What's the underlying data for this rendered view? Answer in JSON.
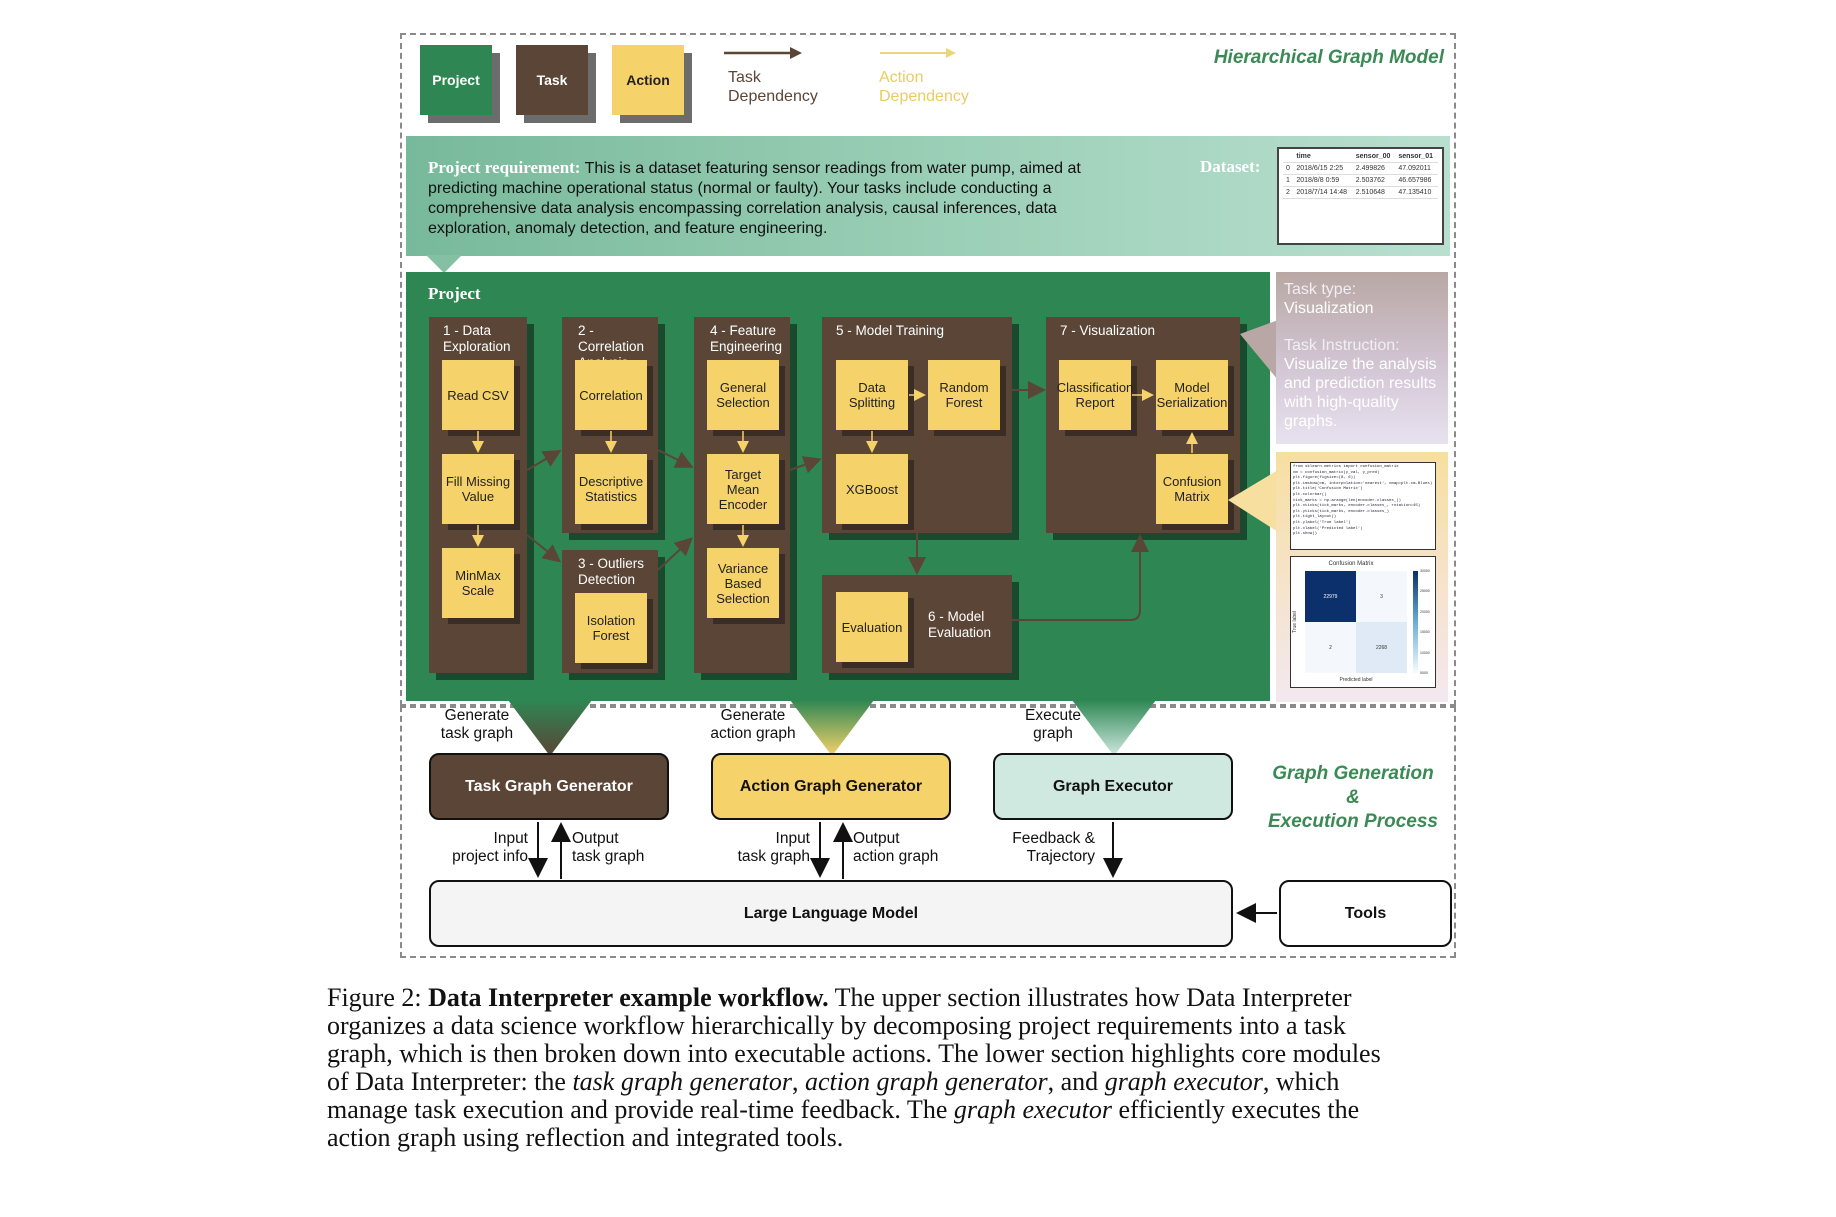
{
  "legend": {
    "project": "Project",
    "task": "Task",
    "action": "Action",
    "task_dep": "Task Dependency",
    "action_dep": "Action Dependency",
    "title": "Hierarchical Graph Model"
  },
  "requirement": {
    "label": "Project requirement:",
    "text": "This is a dataset featuring sensor readings from water pump, aimed at predicting machine operational status (normal or faulty). Your tasks include conducting a comprehensive data analysis encompassing correlation analysis, causal inferences, data exploration, anomaly detection, and feature engineering.",
    "dataset_label": "Dataset:",
    "dataset": {
      "headers": [
        "",
        "time",
        "sensor_00",
        "sensor_01"
      ],
      "rows": [
        [
          "0",
          "2018/6/15 2:25",
          "2.499826",
          "47.092011"
        ],
        [
          "1",
          "2018/8/8 0:59",
          "2.503762",
          "46.657986"
        ],
        [
          "2",
          "2018/7/14 14:48",
          "2.510648",
          "47.135410"
        ]
      ]
    }
  },
  "project": {
    "label": "Project",
    "tasks": [
      {
        "title": "1 - Data Exploration",
        "actions": [
          "Read CSV",
          "Fill Missing Value",
          "MinMax Scale"
        ]
      },
      {
        "title": "2 - Correlation Analysis",
        "actions": [
          "Correlation",
          "Descriptive Statistics"
        ]
      },
      {
        "title": "3 - Outliers Detection",
        "actions": [
          "Isolation Forest"
        ]
      },
      {
        "title": "4 - Feature Engineering",
        "actions": [
          "General Selection",
          "Target Mean Encoder",
          "Variance Based Selection"
        ]
      },
      {
        "title": "5 - Model Training",
        "actions": [
          "Data Splitting",
          "Random Forest",
          "XGBoost"
        ]
      },
      {
        "title": "6 - Model Evaluation",
        "actions": [
          "Evaluation"
        ]
      },
      {
        "title": "7 - Visualization",
        "actions": [
          "Classification Report",
          "Model Serialization",
          "Confusion Matrix"
        ]
      }
    ]
  },
  "side": {
    "task_type_label": "Task type:",
    "task_type": "Visualization",
    "instruction_label": "Task Instruction:",
    "instruction": "Visualize the analysis and prediction results with high-quality graphs.",
    "code_lines": [
      "from sklearn.metrics import confusion_matrix",
      "cm = confusion_matrix(y_val, y_pred)",
      "plt.figure(figsize=(8, 6))",
      "plt.imshow(cm, interpolation='nearest', cmap=plt.cm.Blues)",
      "plt.title('Confusion Matrix')",
      "plt.colorbar()",
      "tick_marks = np.arange(len(encoder.classes_))",
      "plt.xticks(tick_marks, encoder.classes_, rotation=45)",
      "plt.yticks(tick_marks, encoder.classes_)",
      "plt.tight_layout()",
      "plt.ylabel('True label')",
      "plt.xlabel('Predicted label')",
      "plt.show()"
    ],
    "cm_title": "Confusion Matrix",
    "cm_values": [
      "22979",
      "3",
      "2",
      "2268"
    ],
    "cm_xlabel": "Predicted label",
    "cm_ylabel": "True label",
    "cm_scale": [
      "30000",
      "25000",
      "20000",
      "15000",
      "10000",
      "5000"
    ]
  },
  "process": {
    "title_line1": "Graph Generation",
    "title_line2": "&",
    "title_line3": "Execution Process",
    "gen_task_1": "Generate",
    "gen_task_2": "task graph",
    "gen_action_1": "Generate",
    "gen_action_2": "action graph",
    "exec_1": "Execute",
    "exec_2": "graph",
    "task_gen": "Task Graph Generator",
    "action_gen": "Action Graph Generator",
    "executor": "Graph Executor",
    "in_project_1": "Input",
    "in_project_2": "project info",
    "out_task_1": "Output",
    "out_task_2": "task graph",
    "in_task_1": "Input",
    "in_task_2": "task graph",
    "out_action_1": "Output",
    "out_action_2": "action graph",
    "feedback_1": "Feedback &",
    "feedback_2": "Trajectory",
    "llm": "Large Language Model",
    "tools": "Tools"
  },
  "caption": {
    "prefix": "Figure 2: ",
    "bold": "Data Interpreter example workflow.",
    "line1_rest": " The upper section illustrates how Data Interpreter",
    "line2": "organizes a data science workflow hierarchically by decomposing project requirements into a task",
    "line3": "graph, which is then broken down into executable actions. The lower section highlights core modules",
    "line4_a": "of Data Interpreter: the ",
    "line4_i1": "task graph generator",
    "line4_b": ", ",
    "line4_i2": "action graph generator",
    "line4_c": ", and ",
    "line4_i3": "graph executor",
    "line4_d": ", which",
    "line5_a": "manage task execution and provide real-time feedback. The ",
    "line5_i": "graph executor",
    "line5_b": " efficiently executes the",
    "line6": "action graph using reflection and integrated tools."
  }
}
